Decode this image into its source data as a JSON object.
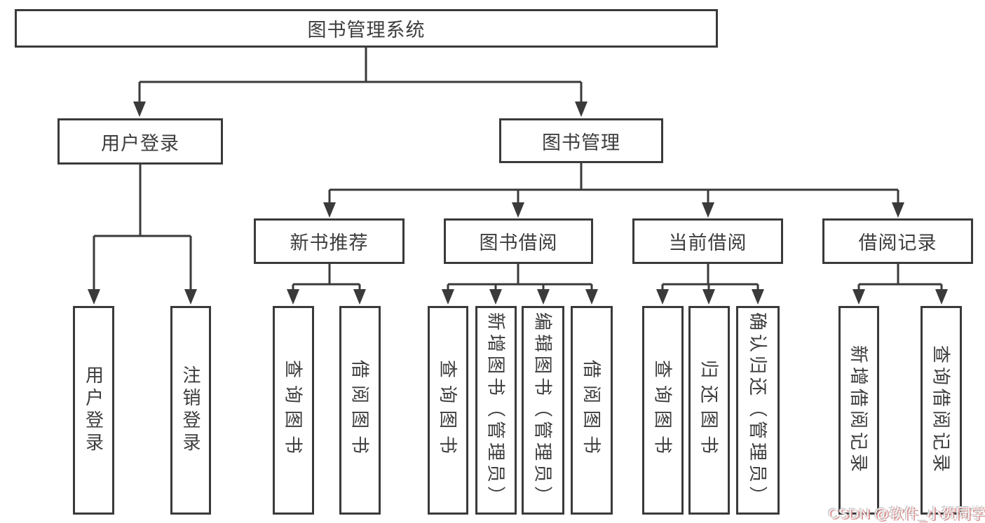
{
  "diagram": {
    "root": {
      "label": "图书管理系统"
    },
    "branches": [
      {
        "label": "用户登录",
        "children": [
          {
            "label": "用户登录"
          },
          {
            "label": "注销登录"
          }
        ]
      },
      {
        "label": "图书管理",
        "children": [
          {
            "label": "新书推荐",
            "children": [
              {
                "label": "查询图书"
              },
              {
                "label": "借阅图书"
              }
            ]
          },
          {
            "label": "图书借阅",
            "children": [
              {
                "label": "查询图书"
              },
              {
                "label": "新增图书（管理员）"
              },
              {
                "label": "编辑图书（管理员）"
              },
              {
                "label": "借阅图书"
              }
            ]
          },
          {
            "label": "当前借阅",
            "children": [
              {
                "label": "查询图书"
              },
              {
                "label": "归还图书"
              },
              {
                "label": "确认归还（管理员）"
              }
            ]
          },
          {
            "label": "借阅记录",
            "children": [
              {
                "label": "新增借阅记录"
              },
              {
                "label": "查询借阅记录"
              }
            ]
          }
        ]
      }
    ]
  },
  "watermark": {
    "text": "CSDN @软件_小贺同学"
  },
  "colors": {
    "line": "#3a3a3a",
    "text": "#3d3d3d",
    "background": "#ffffff",
    "watermark_text": "#f2f2f2",
    "watermark_accent": "#da8e8e"
  }
}
